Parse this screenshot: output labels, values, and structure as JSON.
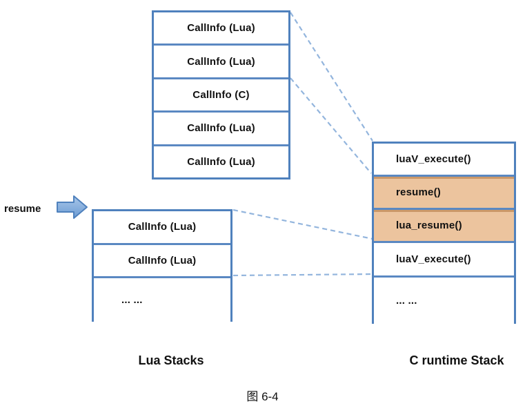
{
  "figure": {
    "caption": "图 6-4",
    "labels": {
      "resume": "resume",
      "lua_stacks": "Lua Stacks",
      "c_runtime_stack": "C runtime Stack"
    }
  },
  "top_stack": {
    "description": "coroutine CallInfo stack",
    "cells": [
      "CallInfo (Lua)",
      "CallInfo (Lua)",
      "CallInfo (C)",
      "CallInfo (Lua)",
      "CallInfo (Lua)"
    ]
  },
  "bottom_stack": {
    "description": "main thread CallInfo stack",
    "cells": [
      "CallInfo (Lua)",
      "CallInfo (Lua)",
      "... ..."
    ]
  },
  "c_stack": {
    "description": "C runtime call stack",
    "cells": [
      {
        "label": "luaV_execute()",
        "highlight": false
      },
      {
        "label": "resume()",
        "highlight": true
      },
      {
        "label": "lua_resume()",
        "highlight": true
      },
      {
        "label": "luaV_execute()",
        "highlight": false
      },
      {
        "label": "... ...",
        "highlight": false
      }
    ]
  },
  "connectors": [
    {
      "from": "top-stack top-right",
      "to": "c-stack top-left"
    },
    {
      "from": "top-stack CallInfo(C) boundary",
      "to": "c-stack resume() top"
    },
    {
      "from": "bottom-stack top-right",
      "to": "c-stack luaV_execute() #2 top"
    },
    {
      "from": "bottom-stack dots boundary",
      "to": "c-stack dots boundary"
    }
  ],
  "colors": {
    "border_blue": "#4F81BD",
    "divider_blue": "#5A88C2",
    "dashed_line": "#93B5DD",
    "highlight_fill": "#ECC49E",
    "highlight_edge": "#C08A55",
    "arrow_fill_light": "#A9C7E9",
    "arrow_fill_dark": "#6B9BD3"
  }
}
